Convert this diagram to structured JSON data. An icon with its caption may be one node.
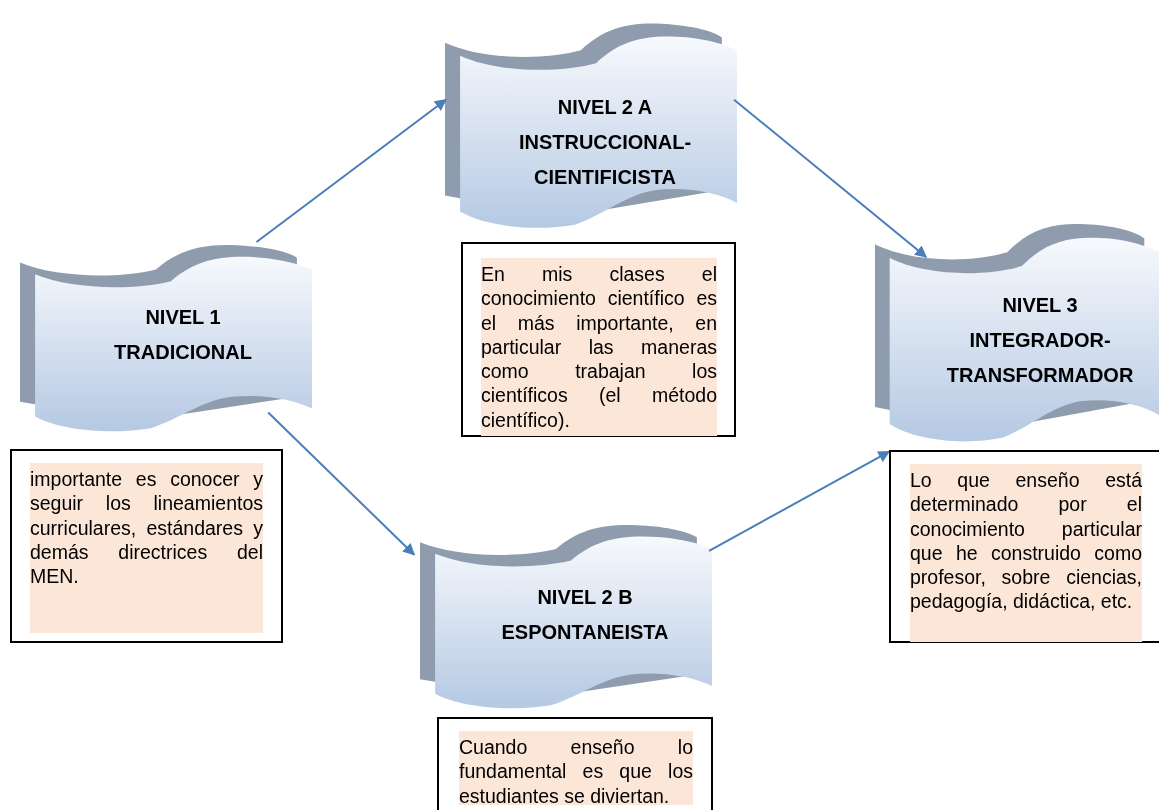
{
  "diagram": {
    "nodes": [
      {
        "text": [
          "NIVEL 1 TRADICIONAL"
        ]
      },
      {
        "text": [
          "importante es conocer y seguir los lineamientos curriculares, estándares y demás directrices del MEN."
        ]
      },
      {
        "text": [
          "NIVEL 2 A INSTRUCCIONAL- CIENTIFICISTA"
        ]
      },
      {
        "text": [
          "En mis clases el conocimiento científico es el más importante, en particular las maneras como trabajan los científicos (el método científico)."
        ]
      },
      {
        "text": [
          "NIVEL 3 INTEGRADOR- TRANSFORMADOR"
        ]
      },
      {
        "text": [
          "Lo que enseño está determinado por el conocimiento particular que he construido como profesor, sobre ciencias, pedagogía, didáctica, etc."
        ]
      },
      {
        "text": [
          "NIVEL 2 B ESPONTANEISTA"
        ]
      },
      {
        "text": [
          "Cuando enseño lo fundamental es que los estudiantes se diviertan."
        ]
      }
    ],
    "edges": [
      {
        "from": 0,
        "to": 2,
        "arrow": "to"
      },
      {
        "from": 0,
        "to": 6,
        "arrow": "to"
      },
      {
        "from": 2,
        "to": 4,
        "arrow": "to"
      },
      {
        "from": 6,
        "to": 4,
        "arrow": "to"
      }
    ]
  }
}
